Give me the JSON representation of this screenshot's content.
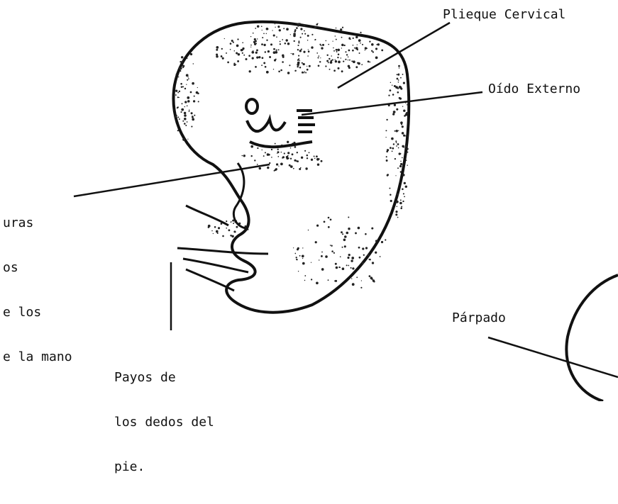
{
  "figure": {
    "labels": {
      "plieque_cervical": "Plieque Cervical",
      "oido_externo": "Oído Externo",
      "hand_rays": [
        "uras",
        "os",
        "e los",
        "e la mano"
      ],
      "foot_rays": [
        "Payos de",
        "los dedos del",
        "pie."
      ],
      "parpado": "Párpado"
    }
  }
}
